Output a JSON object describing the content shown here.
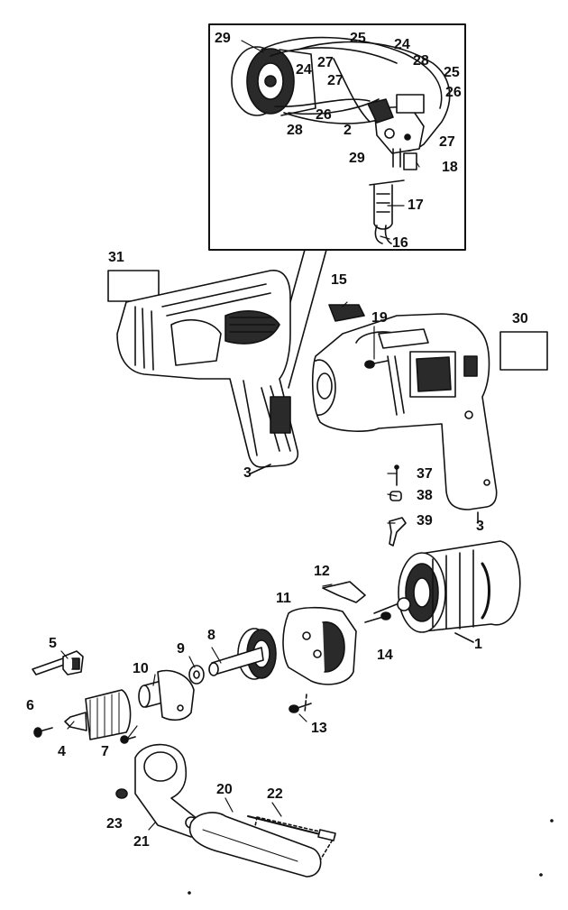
{
  "diagram": {
    "colors": {
      "ink": "#111111",
      "paper": "#ffffff",
      "shade": "#2a2a2a"
    },
    "labels": {
      "l29a": "29",
      "l25a": "25",
      "l24a": "24",
      "l24b": "24",
      "l27a": "27",
      "l27b": "27",
      "l28a": "28",
      "l25b": "25",
      "l26a": "26",
      "l26b": "26",
      "l28b": "28",
      "l2": "2",
      "l27c": "27",
      "l29b": "29",
      "l18": "18",
      "l17": "17",
      "l16": "16",
      "l31": "31",
      "l15": "15",
      "l19": "19",
      "l30": "30",
      "l3a": "3",
      "l37": "37",
      "l38": "38",
      "l39": "39",
      "l3b": "3",
      "l12": "12",
      "l11": "11",
      "l5": "5",
      "l8": "8",
      "l9": "9",
      "l10": "10",
      "l14": "14",
      "l1": "1",
      "l6": "6",
      "l4": "4",
      "l7": "7",
      "l13": "13",
      "l20": "20",
      "l22": "22",
      "l23": "23",
      "l21": "21"
    }
  }
}
